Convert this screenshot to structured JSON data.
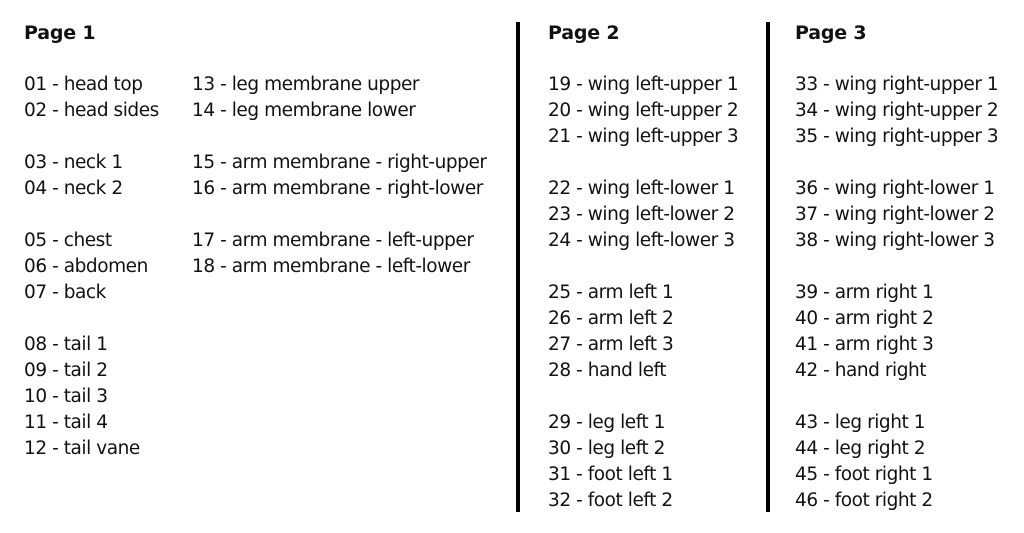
{
  "pages": [
    {
      "title": "Page 1",
      "columns": [
        {
          "groups": [
            [
              "01 - head top",
              "02 - head sides"
            ],
            [
              "03 - neck 1",
              "04 - neck 2"
            ],
            [
              "05 - chest",
              "06 - abdomen",
              "07 - back"
            ],
            [
              "08 - tail 1",
              "09 - tail 2",
              "10 - tail 3",
              "11 - tail 4",
              "12 - tail vane"
            ]
          ]
        },
        {
          "groups": [
            [
              "13 - leg membrane upper",
              "14 - leg membrane lower"
            ],
            [
              "15 - arm membrane - right-upper",
              "16 - arm membrane - right-lower"
            ],
            [
              "17 - arm membrane - left-upper",
              "18 - arm membrane - left-lower"
            ]
          ]
        }
      ]
    },
    {
      "title": "Page 2",
      "columns": [
        {
          "groups": [
            [
              "19 - wing left-upper 1",
              "20 - wing left-upper 2",
              "21 - wing left-upper 3"
            ],
            [
              "22 - wing left-lower 1",
              "23 - wing left-lower 2",
              "24 - wing left-lower 3"
            ],
            [
              "25 - arm left 1",
              "26 - arm left 2",
              "27 - arm left 3",
              "28 - hand left"
            ],
            [
              "29 - leg left 1",
              "30 - leg left 2",
              "31 - foot left 1",
              "32 - foot left 2"
            ]
          ]
        }
      ]
    },
    {
      "title": "Page 3",
      "columns": [
        {
          "groups": [
            [
              "33 - wing right-upper 1",
              "34 - wing right-upper 2",
              "35 - wing right-upper 3"
            ],
            [
              "36 - wing right-lower 1",
              "37 - wing right-lower 2",
              "38 - wing right-lower 3"
            ],
            [
              "39 - arm right 1",
              "40 - arm right 2",
              "41 - arm right 3",
              "42 - hand right"
            ],
            [
              "43 - leg right 1",
              "44 - leg right 2",
              "45 - foot right 1",
              "46 - foot right 2"
            ]
          ]
        }
      ]
    }
  ]
}
